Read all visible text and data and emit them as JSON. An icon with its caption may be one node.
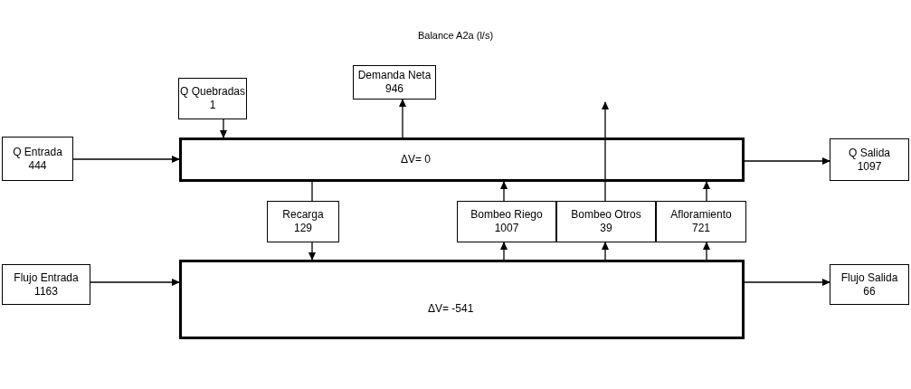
{
  "diagram": {
    "title": "Balance A2a (l/s)",
    "nodes": [
      {
        "text": [
          "Q Entrada",
          "444"
        ]
      },
      {
        "text": [
          "Q Quebradas",
          "1"
        ]
      },
      {
        "text": [
          "Demanda Neta",
          "946"
        ]
      },
      {
        "text": [
          "ΔV= 0"
        ]
      },
      {
        "text": [
          "Q Salida",
          "1097"
        ]
      },
      {
        "text": [
          "Recarga",
          "129"
        ]
      },
      {
        "text": [
          "Bombeo Riego",
          "1007"
        ]
      },
      {
        "text": [
          "Bombeo Otros",
          "39"
        ]
      },
      {
        "text": [
          "Afloramiento",
          "721"
        ]
      },
      {
        "text": [
          "Flujo Entrada",
          "1163"
        ]
      },
      {
        "text": [
          "ΔV= -541"
        ]
      },
      {
        "text": [
          "Flujo Salida",
          "66"
        ]
      }
    ],
    "edges": [
      {
        "from": 0,
        "to": 3,
        "arrow": "to"
      },
      {
        "from": 1,
        "to": 3,
        "arrow": "to"
      },
      {
        "from": 3,
        "to": 2,
        "arrow": "to"
      },
      {
        "from": 3,
        "to": 5,
        "arrow": "none"
      },
      {
        "from": 5,
        "to": 10,
        "arrow": "to"
      },
      {
        "from": 3,
        "to": 4,
        "arrow": "to"
      },
      {
        "from": 10,
        "to": 6,
        "arrow": "to"
      },
      {
        "from": 6,
        "to": 3,
        "arrow": "to"
      },
      {
        "from": 10,
        "to": 7,
        "arrow": "to"
      },
      {
        "from": 7,
        "to": null,
        "arrow": "to"
      },
      {
        "from": 10,
        "to": 8,
        "arrow": "to"
      },
      {
        "from": 8,
        "to": 3,
        "arrow": "to"
      },
      {
        "from": 9,
        "to": 10,
        "arrow": "to"
      },
      {
        "from": 10,
        "to": 11,
        "arrow": "to"
      }
    ]
  }
}
